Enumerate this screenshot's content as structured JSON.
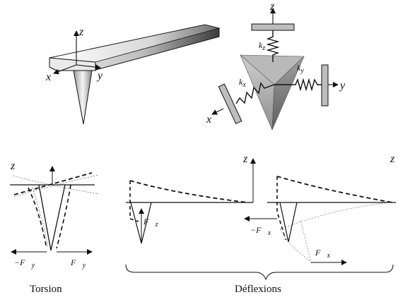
{
  "panels": {
    "cantilever": {
      "axes": {
        "z": "z",
        "x": "x",
        "y": "y"
      }
    },
    "spring_model": {
      "axes": {
        "z": "z",
        "x": "x",
        "y": "y"
      },
      "springs": {
        "kz": "k",
        "kz_sub": "z",
        "kx": "k",
        "kx_sub": "x",
        "ky": "k",
        "ky_sub": "y"
      }
    },
    "torsion": {
      "axis": "z",
      "force_left": "−F⃗",
      "force_left_sub": "y",
      "force_right": "F⃗",
      "force_right_sub": "y",
      "caption": "Torsion"
    },
    "deflexion_z": {
      "axis": "z",
      "force": "F⃗",
      "force_sub": "z"
    },
    "deflexion_x": {
      "axis": "z",
      "force_neg": "−F⃗",
      "force_neg_sub": "x",
      "force": "F⃗",
      "force_sub": "x"
    },
    "deflexions_caption": "Déflexions"
  },
  "colors": {
    "ink": "#111111",
    "beam_light": "#f4f4f4",
    "beam_dark": "#4a4a4a",
    "plate": "#bdbdbd",
    "pyramid_light": "#c8c8c8",
    "pyramid_dark": "#7a7a7a"
  }
}
